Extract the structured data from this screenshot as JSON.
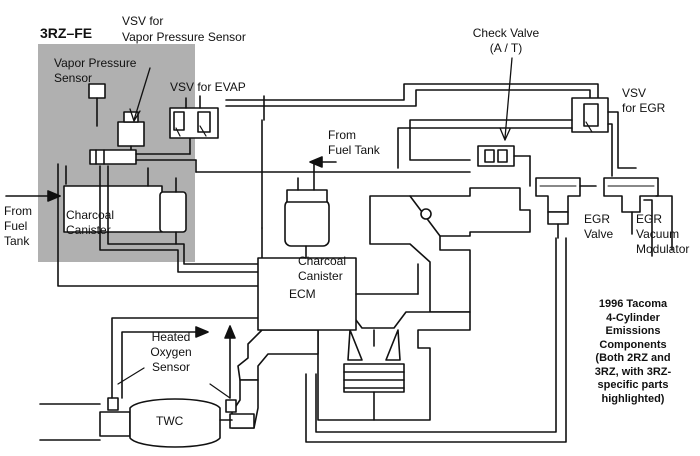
{
  "engine_code": "3RZ–FE",
  "labels": {
    "vsv_vapor_line1": "VSV for",
    "vsv_vapor_line2": "Vapor Pressure Sensor",
    "vapor_sensor_line1": "Vapor Pressure",
    "vapor_sensor_line2": "Sensor",
    "vsv_evap": "VSV for EVAP",
    "check_valve_line1": "Check Valve",
    "check_valve_line2": "(A / T)",
    "vsv_egr_line1": "VSV",
    "vsv_egr_line2": "for EGR",
    "from_fuel_tank_left_line1": "From",
    "from_fuel_tank_left_line2": "Fuel",
    "from_fuel_tank_left_line3": "Tank",
    "charcoal_canister_left_line1": "Charcoal",
    "charcoal_canister_left_line2": "Canister",
    "from_fuel_tank_mid_line1": "From",
    "from_fuel_tank_mid_line2": "Fuel Tank",
    "charcoal_canister_mid_line1": "Charcoal",
    "charcoal_canister_mid_line2": "Canister",
    "ecm": "ECM",
    "egr_valve_line1": "EGR",
    "egr_valve_line2": "Valve",
    "egr_modulator_line1": "EGR",
    "egr_modulator_line2": "Vacuum",
    "egr_modulator_line3": "Modulator",
    "heated_o2_line1": "Heated",
    "heated_o2_line2": "Oxygen",
    "heated_o2_line3": "Sensor",
    "twc": "TWC"
  },
  "note": [
    "1996 Tacoma",
    "4-Cylinder",
    "Emissions",
    "Components",
    "(Both 2RZ and",
    "3RZ, with 3RZ-",
    "specific parts",
    "highlighted)"
  ],
  "colors": {
    "highlight": "#b0b0b0",
    "line": "#111111",
    "background": "#ffffff"
  }
}
